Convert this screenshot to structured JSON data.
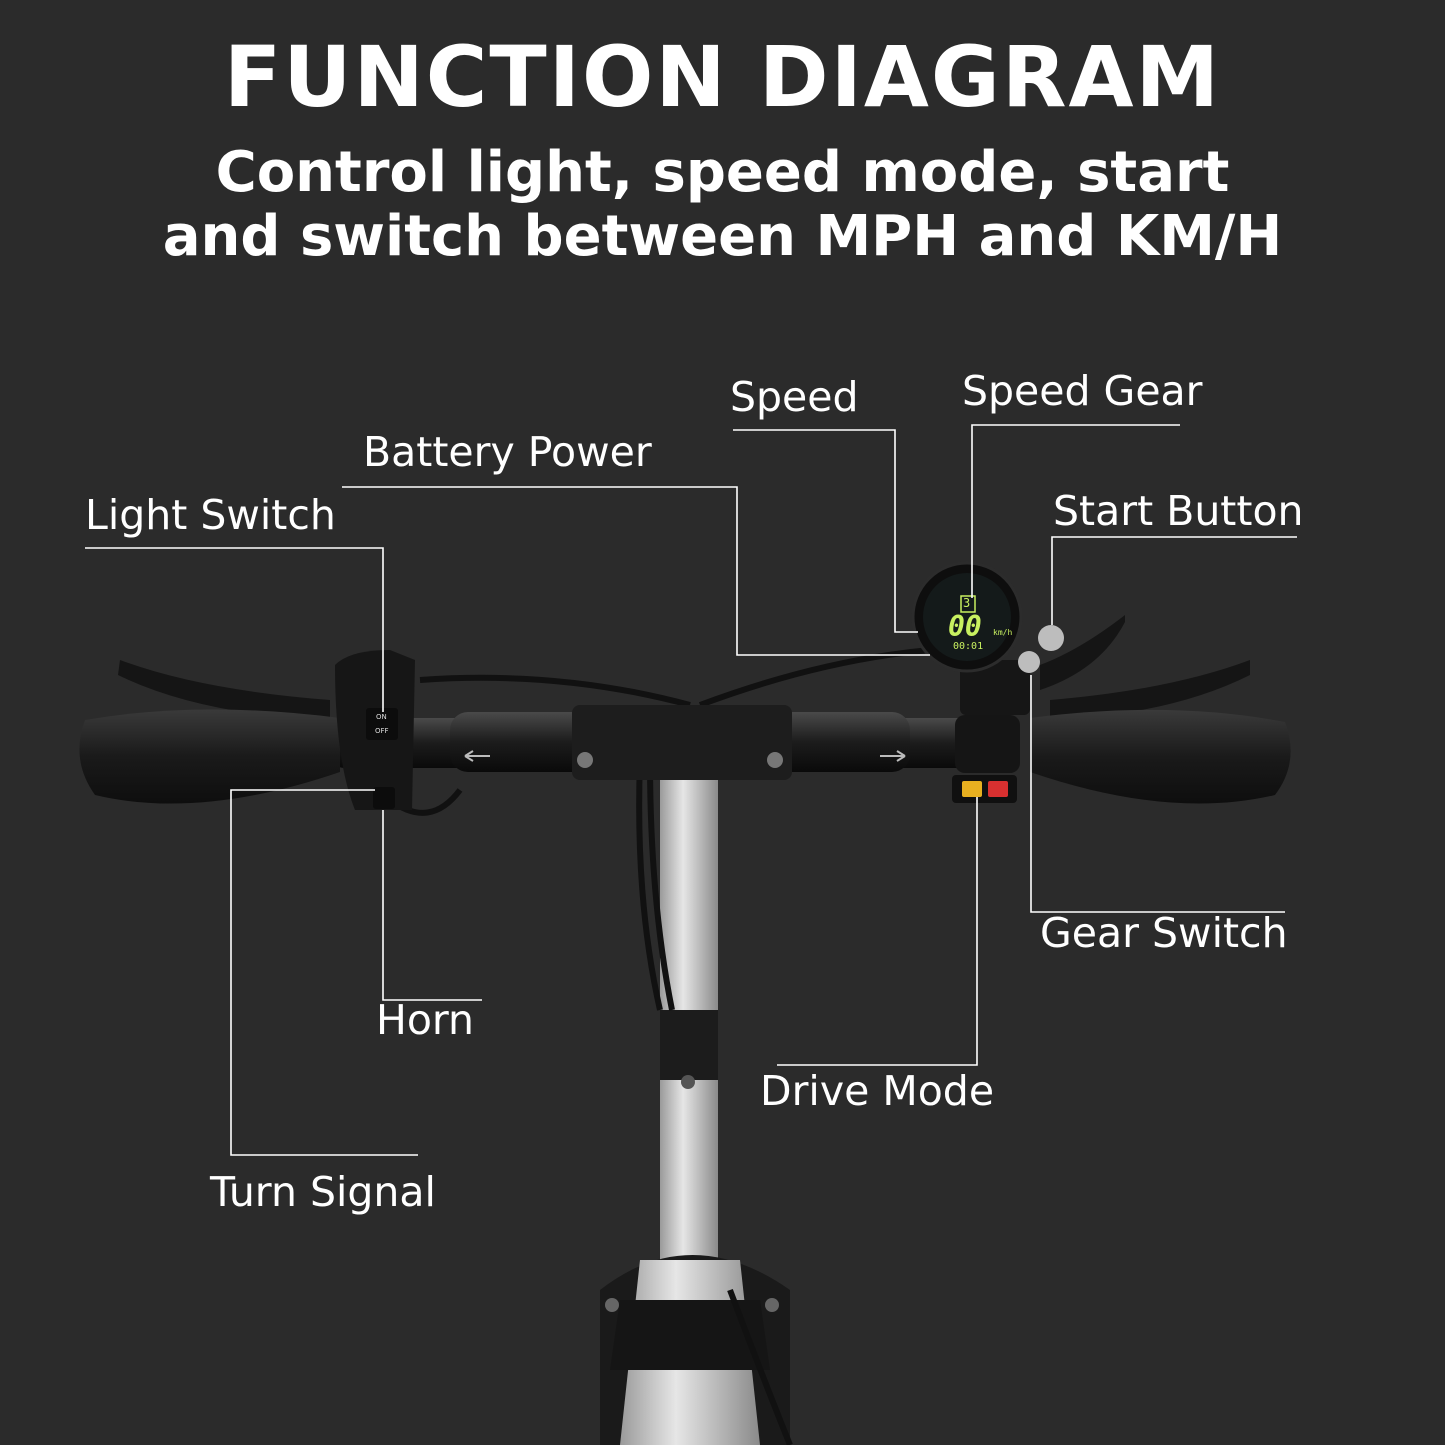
{
  "header": {
    "title": "FUNCTION DIAGRAM",
    "subtitle_line1": "Control light, speed mode, start",
    "subtitle_line2": "and switch between MPH and KM/H"
  },
  "callouts": {
    "speed": "Speed",
    "speed_gear": "Speed Gear",
    "battery_power": "Battery Power",
    "start_button": "Start Button",
    "light_switch": "Light Switch",
    "gear_switch": "Gear Switch",
    "horn": "Horn",
    "drive_mode": "Drive Mode",
    "turn_signal": "Turn Signal"
  },
  "device": {
    "switch_on": "ON",
    "switch_off": "OFF",
    "display_speed": "00",
    "display_unit": "km/h",
    "display_trip": "00:01",
    "display_gear": "3"
  },
  "colors": {
    "background": "#2b2b2b",
    "text": "#ffffff",
    "lcd_green": "#c8f060",
    "lcd_blue": "#4aa8e8",
    "drive_button_yellow": "#e8b020",
    "drive_button_red": "#d83030"
  }
}
